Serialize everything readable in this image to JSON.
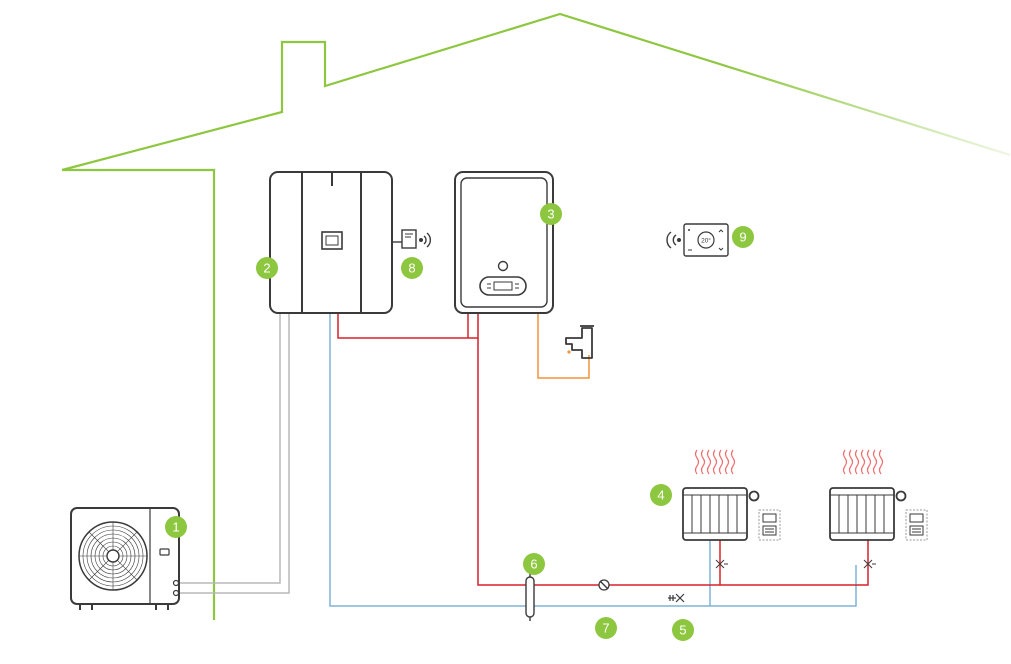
{
  "colors": {
    "house_outline": "#8dc63f",
    "badge": "#8dc63f",
    "device_outline": "#3a3a3a",
    "flow_pipe": "#d7222a",
    "return_pipe": "#7fb3d9",
    "refrigerant_pipe": "#b8b8b8",
    "hot_water_pipe": "#f0963a",
    "heat_waves": "#f06a6a"
  },
  "components": [
    {
      "number": "1",
      "icon": "outdoor-unit-icon"
    },
    {
      "number": "2",
      "icon": "indoor-unit-icon"
    },
    {
      "number": "3",
      "icon": "boiler-icon"
    },
    {
      "number": "4",
      "icon": "radiator-icon"
    },
    {
      "number": "5",
      "icon": "valve-icon"
    },
    {
      "number": "6",
      "icon": "hydraulic-separator-icon"
    },
    {
      "number": "7",
      "icon": "return-pipe-icon"
    },
    {
      "number": "8",
      "icon": "wireless-controller-icon"
    },
    {
      "number": "9",
      "icon": "room-thermostat-icon"
    }
  ],
  "thermostat_display": "20°"
}
